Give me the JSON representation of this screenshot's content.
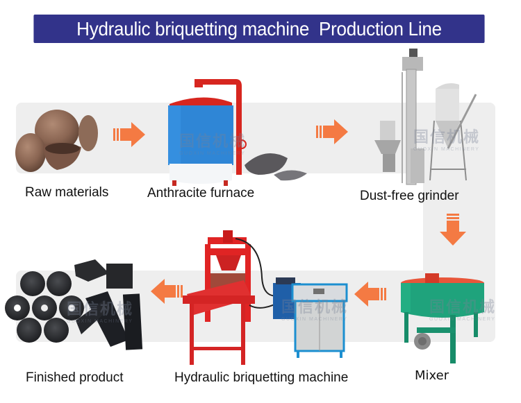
{
  "title": "Hydraulic briquetting machine  Production Line",
  "colors": {
    "title_bg": "#32338a",
    "title_text": "#ffffff",
    "band_bg": "#eeeeee",
    "arrow": "#f47a43"
  },
  "watermark": {
    "logo_text": "国信机械",
    "sub_text": "GUOXIN MACHINERY"
  },
  "steps": [
    {
      "id": 1,
      "label": "Raw materials",
      "icon": "coconut-shell-image"
    },
    {
      "id": 2,
      "label": "Anthracite furnace",
      "icon": "carbonization-furnace-image"
    },
    {
      "id": 3,
      "label": "Dust-free grinder",
      "icon": "grinder-image"
    },
    {
      "id": 4,
      "label": "Mixer",
      "icon": "mixer-image"
    },
    {
      "id": 5,
      "label": "Hydraulic briquetting machine",
      "icon": "briquetting-machine-image"
    },
    {
      "id": 6,
      "label": "Finished product",
      "icon": "charcoal-briquettes-image"
    }
  ],
  "arrows": [
    {
      "from": 1,
      "to": 2,
      "direction": "right"
    },
    {
      "from": 2,
      "to": 3,
      "direction": "right"
    },
    {
      "from": 3,
      "to": 4,
      "direction": "down"
    },
    {
      "from": 4,
      "to": 5,
      "direction": "left"
    },
    {
      "from": 5,
      "to": 6,
      "direction": "left"
    }
  ]
}
